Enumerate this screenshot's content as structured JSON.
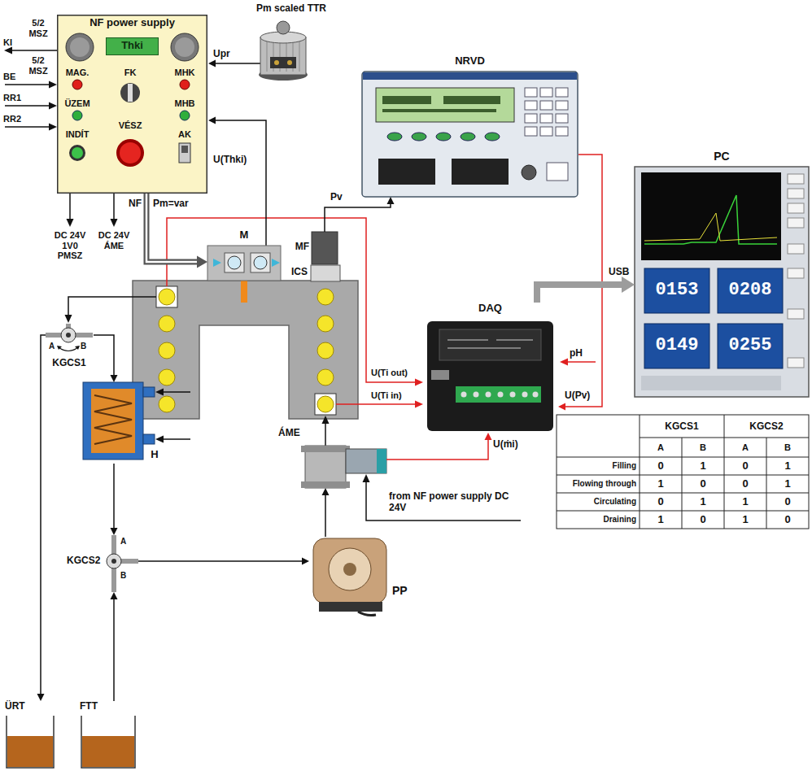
{
  "diagram": {
    "nodes": [
      {
        "text": [
          "NF power supply"
        ]
      },
      {
        "text": [
          "Thki"
        ],
        "in": 0
      },
      {
        "text": [
          "Pm scaled TTR"
        ]
      },
      {
        "text": [
          "NRVD"
        ]
      },
      {
        "text": [
          "PC"
        ]
      },
      {
        "text": [
          "M"
        ]
      },
      {
        "text": [
          "MF"
        ]
      },
      {
        "text": [
          "ICS"
        ]
      },
      {
        "text": [
          "DAQ"
        ]
      },
      {
        "text": [
          "KGCS1"
        ]
      },
      {
        "text": [
          "H"
        ]
      },
      {
        "text": [
          "KGCS2"
        ]
      },
      {
        "text": [
          "ÁME"
        ]
      },
      {
        "text": [
          "PP"
        ]
      },
      {
        "text": [
          "ÜRT"
        ]
      },
      {
        "text": [
          "FTT"
        ]
      }
    ],
    "edges": [
      {
        "from": 2,
        "to": 0,
        "label": "Upr",
        "arrow": "to"
      },
      {
        "from": 5,
        "to": 0,
        "label": "U(Thki)",
        "arrow": "to"
      },
      {
        "from": 0,
        "to": 5,
        "label": "Pm=var",
        "arrow": "to"
      },
      {
        "from": 6,
        "to": 3,
        "label": "Pv",
        "arrow": "to"
      },
      {
        "from": 3,
        "to": 8,
        "label": "U(Pv)",
        "arrow": "to"
      },
      {
        "from": 8,
        "to": 4,
        "label": "USB",
        "arrow": "to"
      },
      {
        "from": 12,
        "to": 8,
        "label": "U(ṁi)",
        "arrow": "to"
      },
      {
        "from": 13,
        "to": 12,
        "arrow": "to"
      },
      {
        "from": 9,
        "to": 14,
        "arrow": "to"
      },
      {
        "from": 9,
        "to": 10,
        "arrow": "to"
      },
      {
        "from": 10,
        "to": 11,
        "arrow": "to"
      },
      {
        "from": 15,
        "to": 11,
        "arrow": "to"
      },
      {
        "from": 11,
        "to": 13,
        "arrow": "to"
      }
    ],
    "labels": [
      "5/2 MSZ",
      "KI",
      "5/2 MSZ",
      "BE",
      "RR1",
      "RR2",
      "MAG.",
      "ÜZEM",
      "INDÍT",
      "FK",
      "VÉSZ",
      "MHK",
      "MHB",
      "AK",
      "NF",
      "DC 24V 1V0 PMSZ",
      "DC 24V ÁME",
      "U(Ti out)",
      "U(Ti in)",
      "pH",
      "from NF power supply DC 24V",
      "A",
      "B",
      "A",
      "B",
      "0153",
      "0208",
      "0149",
      "0255",
      "KGCS1",
      "KGCS2",
      "A",
      "B",
      "A",
      "B",
      "Filling",
      "0",
      "1",
      "0",
      "1",
      "Flowing through",
      "1",
      "0",
      "0",
      "1",
      "Circulating",
      "0",
      "1",
      "1",
      "0",
      "Draining",
      "1",
      "0",
      "1",
      "0"
    ]
  }
}
